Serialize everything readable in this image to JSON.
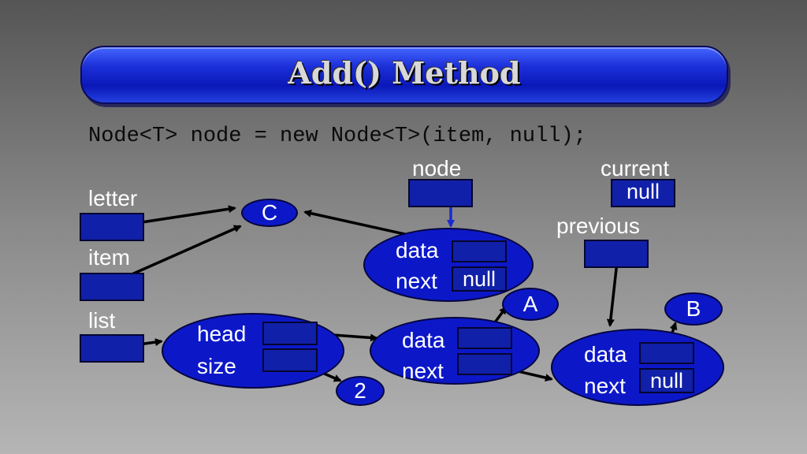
{
  "title": "Add() Method",
  "code_line": "Node<T> node = new Node<T>(item, null);",
  "labels": {
    "node": "node",
    "current": "current",
    "previous": "previous",
    "letter": "letter",
    "item": "item",
    "list": "list"
  },
  "values": {
    "current_value": "null",
    "new_node_next": "null",
    "node_b_next": "null",
    "size_value": "2",
    "letter_c": "C",
    "letter_a": "A",
    "letter_b": "B"
  },
  "fields": {
    "data": "data",
    "next": "next",
    "head": "head",
    "size": "size"
  },
  "colors": {
    "node_fill": "#0c18c8",
    "box_fill": "#1020a8",
    "banner": "#1c2fd8"
  }
}
